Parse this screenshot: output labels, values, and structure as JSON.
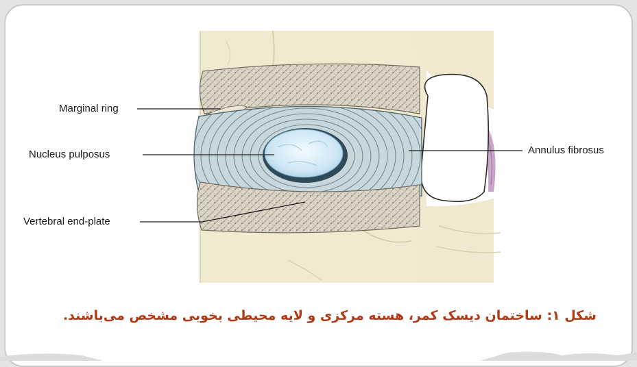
{
  "labels": {
    "marginal_ring": "Marginal ring",
    "nucleus_pulposus": "Nucleus pulposus",
    "vertebral_end_plate": "Vertebral end-plate",
    "annulus_fibrosus": "Annulus fibrosus"
  },
  "caption": "شکل ۱: ساختمان دیسک کمر، هسته مرکزی و لایه محیطی بخوبی مشخص می‌باشند.",
  "colors": {
    "caption": "#b03a16",
    "bone": "#f1ead0",
    "disc": "#c8d7dc",
    "nucleus": "#d6ebf6",
    "ligament": "#c9a6c9"
  }
}
